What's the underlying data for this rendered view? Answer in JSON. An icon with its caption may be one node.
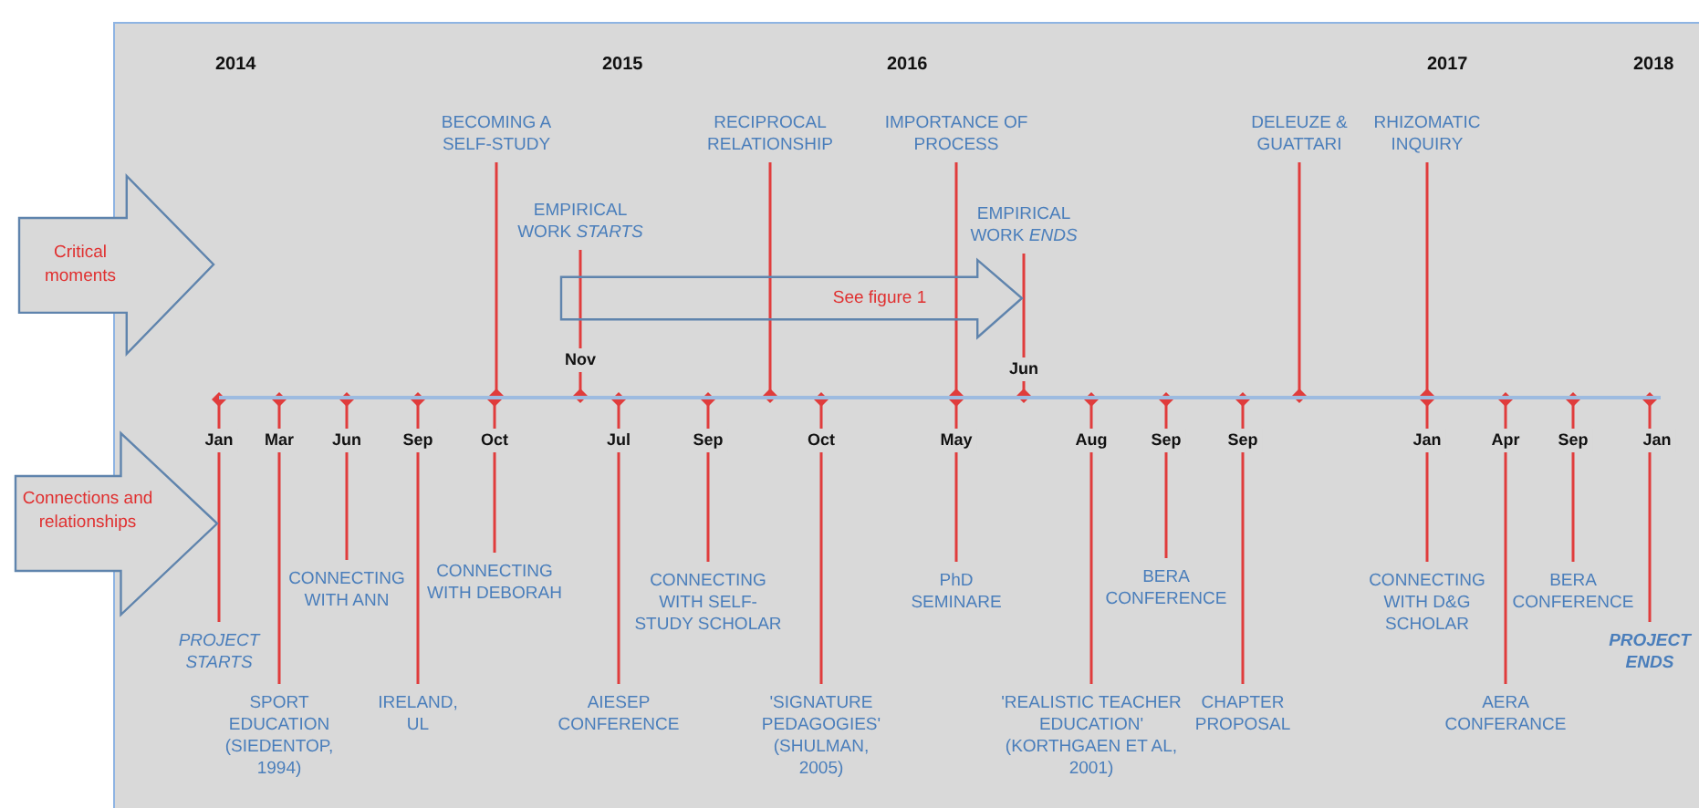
{
  "diagram": {
    "nodes": [
      {
        "text": [
          "Critical moments"
        ]
      },
      {
        "text": [
          "Connections and relationships"
        ]
      },
      {
        "text": [
          "BECOMING A SELF-STUDY"
        ]
      },
      {
        "text": [
          "EMPIRICAL WORK *STARTS*"
        ]
      },
      {
        "text": [
          "RECIPROCAL RELATIONSHIP"
        ]
      },
      {
        "text": [
          "See figure 1"
        ]
      },
      {
        "text": [
          "IMPORTANCE OF PROCESS"
        ]
      },
      {
        "text": [
          "EMPIRICAL WORK *ENDS*"
        ]
      },
      {
        "text": [
          "DELEUZE & GUATTARI"
        ]
      },
      {
        "text": [
          "RHIZOMATIC INQUIRY"
        ]
      },
      {
        "text": [
          "PROJECT STARTS"
        ]
      },
      {
        "text": [
          "SPORT EDUCATION (SIEDENTOP, 1994)"
        ]
      },
      {
        "text": [
          "CONNECTING WITH ANN"
        ]
      },
      {
        "text": [
          "IRELAND, UL"
        ]
      },
      {
        "text": [
          "CONNECTING WITH DEBORAH"
        ]
      },
      {
        "text": [
          "AIESEP CONFERENCE"
        ]
      },
      {
        "text": [
          "CONNECTING WITH SELF-STUDY SCHOLAR"
        ]
      },
      {
        "text": [
          "'SIGNATURE PEDAGOGIES' (SHULMAN, 2005)"
        ]
      },
      {
        "text": [
          "PhD SEMINARE"
        ]
      },
      {
        "text": [
          "'REALISTIC TEACHER EDUCATION' (KORTHGAEN ET AL, 2001)"
        ]
      },
      {
        "text": [
          "BERA CONFERENCE"
        ]
      },
      {
        "text": [
          "CHAPTER PROPOSAL"
        ]
      },
      {
        "text": [
          "CONNECTING WITH D&G SCHOLAR"
        ]
      },
      {
        "text": [
          "AERA CONFERANCE"
        ]
      },
      {
        "text": [
          "BERA CONFERENCE"
        ]
      },
      {
        "text": [
          "PROJECT ENDS"
        ]
      },
      {
        "text": [],
        "shape": "bar"
      }
    ],
    "edges": [
      {
        "from": 2,
        "to": 26,
        "arrow": "other"
      },
      {
        "from": 3,
        "to": 26,
        "arrow": "other"
      },
      {
        "from": 4,
        "to": 26,
        "arrow": "other"
      },
      {
        "from": 6,
        "to": 26,
        "arrow": "other"
      },
      {
        "from": 7,
        "to": 26,
        "arrow": "other"
      },
      {
        "from": 8,
        "to": 26,
        "arrow": "other"
      },
      {
        "from": 9,
        "to": 26,
        "arrow": "other"
      },
      {
        "from": 10,
        "to": 26,
        "arrow": "other"
      },
      {
        "from": 11,
        "to": 26,
        "arrow": "other"
      },
      {
        "from": 12,
        "to": 26,
        "arrow": "other"
      },
      {
        "from": 13,
        "to": 26,
        "arrow": "other"
      },
      {
        "from": 14,
        "to": 26,
        "arrow": "other"
      },
      {
        "from": 15,
        "to": 26,
        "arrow": "other"
      },
      {
        "from": 16,
        "to": 26,
        "arrow": "other"
      },
      {
        "from": 17,
        "to": 26,
        "arrow": "other"
      },
      {
        "from": 18,
        "to": 26,
        "arrow": "other"
      },
      {
        "from": 19,
        "to": 26,
        "arrow": "other"
      },
      {
        "from": 20,
        "to": 26,
        "arrow": "other"
      },
      {
        "from": 21,
        "to": 26,
        "arrow": "other"
      },
      {
        "from": 22,
        "to": 26,
        "arrow": "other"
      },
      {
        "from": 23,
        "to": 26,
        "arrow": "other"
      },
      {
        "from": 24,
        "to": 26,
        "arrow": "other"
      },
      {
        "from": 25,
        "to": 26,
        "arrow": "other"
      }
    ],
    "labels": [
      "2014",
      "2015",
      "2016",
      "2017",
      "2018",
      "Nov",
      "Jun",
      "Jan",
      "Mar",
      "Jun",
      "Sep",
      "Oct",
      "Jul",
      "Sep",
      "Oct",
      "May",
      "Aug",
      "Sep",
      "Sep",
      "Jan",
      "Apr",
      "Sep",
      "Jan"
    ]
  }
}
